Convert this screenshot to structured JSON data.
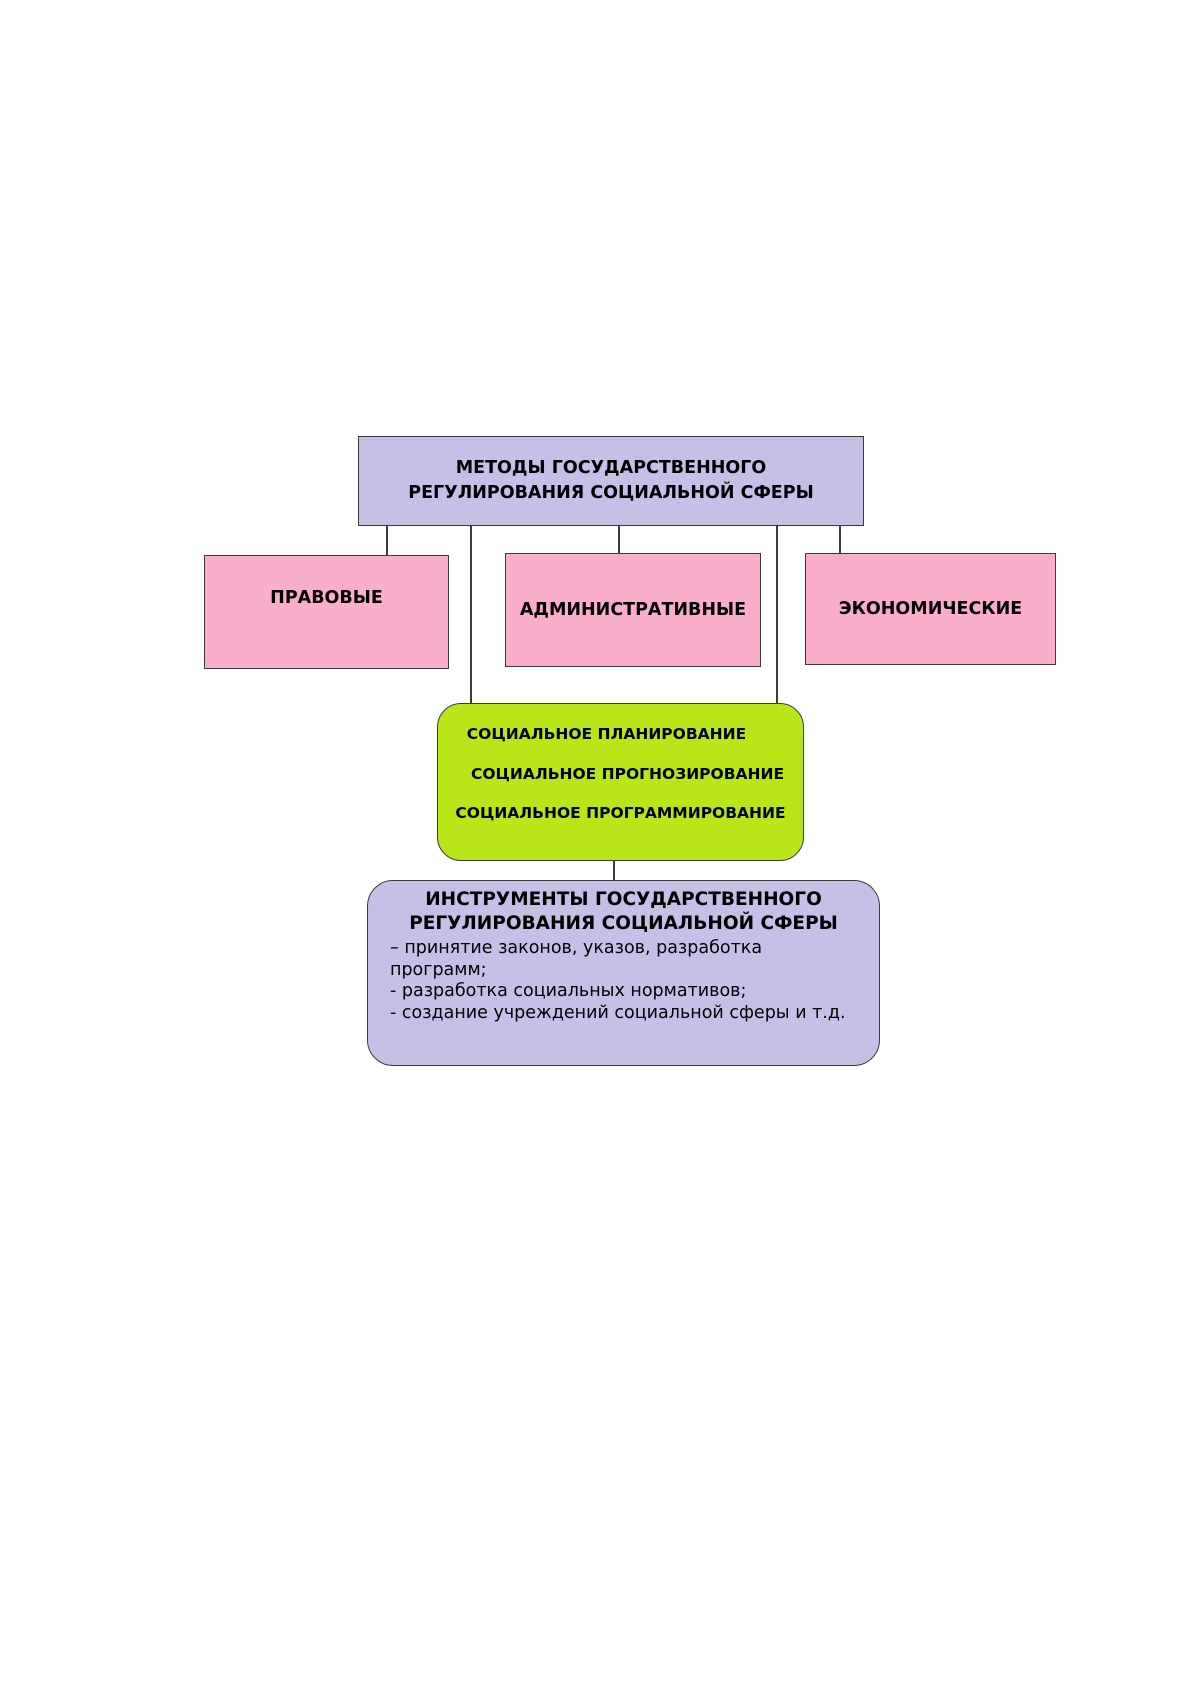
{
  "diagram": {
    "title": {
      "line1": "МЕТОДЫ ГОСУДАРСТВЕННОГО",
      "line2": "РЕГУЛИРОВАНИЯ СОЦИАЛЬНОЙ СФЕРЫ"
    },
    "methods": [
      {
        "label": "ПРАВОВЫЕ"
      },
      {
        "label": "АДМИНИСТРАТИВНЫЕ"
      },
      {
        "label": "ЭКОНОМИЧЕСКИЕ"
      }
    ],
    "planning": [
      {
        "label": "СОЦИАЛЬНОЕ ПЛАНИРОВАНИЕ"
      },
      {
        "label": "СОЦИАЛЬНОЕ ПРОГНОЗИРОВАНИЕ"
      },
      {
        "label": "СОЦИАЛЬНОЕ ПРОГРАММИРОВАНИЕ"
      }
    ],
    "instruments": {
      "title_line1": "ИНСТРУМЕНТЫ ГОСУДАРСТВЕННОГО",
      "title_line2": "РЕГУЛИРОВАНИЯ СОЦИАЛЬНОЙ СФЕРЫ",
      "items": " – принятие законов, указов, разработка программ;\n- разработка социальных нормативов;\n- создание учреждений социальной сферы и т.д."
    },
    "colors": {
      "title_fill": "#c8bfe6",
      "method_fill": "#fbaecb",
      "planning_fill": "#b8e619",
      "instruments_fill": "#c8bfe6"
    }
  }
}
